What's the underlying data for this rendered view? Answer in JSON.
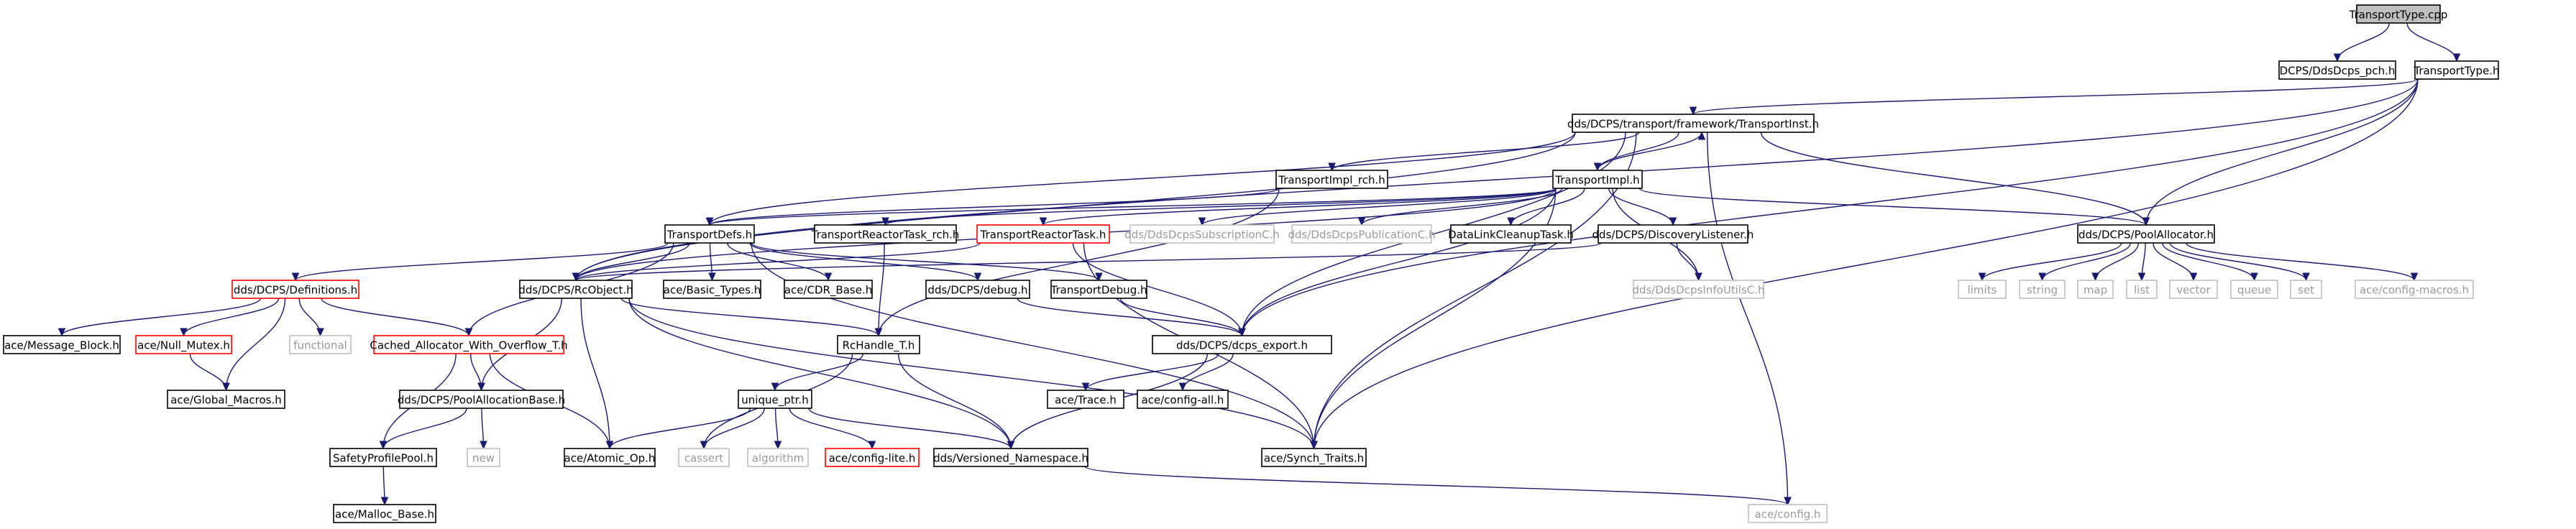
{
  "colors": {
    "edge": "#191970",
    "border_normal": "#000000",
    "border_truncated": "#ff0000",
    "border_system": "#bfbfbf",
    "root_fill": "#bfbfbf",
    "text_normal": "#000000",
    "text_system": "#9a9a9a"
  },
  "nodes": [
    {
      "id": "root",
      "label": "TransportType.cpp",
      "style": "root"
    },
    {
      "id": "ddsdcps_pch",
      "label": "DCPS/DdsDcps_pch.h",
      "style": "normal"
    },
    {
      "id": "transporttype",
      "label": "TransportType.h",
      "style": "normal"
    },
    {
      "id": "transportinst",
      "label": "dds/DCPS/transport/framework/TransportInst.h",
      "style": "normal"
    },
    {
      "id": "transportimpl_rch",
      "label": "TransportImpl_rch.h",
      "style": "normal"
    },
    {
      "id": "transportimpl",
      "label": "TransportImpl.h",
      "style": "normal"
    },
    {
      "id": "transportdefs",
      "label": "TransportDefs.h",
      "style": "normal"
    },
    {
      "id": "reactortask_rch",
      "label": "TransportReactorTask_rch.h",
      "style": "normal"
    },
    {
      "id": "reactortask",
      "label": "TransportReactorTask.h",
      "style": "truncated"
    },
    {
      "id": "subscriptionc",
      "label": "dds/DdsDcpsSubscriptionC.h",
      "style": "system"
    },
    {
      "id": "publicationc",
      "label": "dds/DdsDcpsPublicationC.h",
      "style": "system"
    },
    {
      "id": "datalinkcleanup",
      "label": "DataLinkCleanupTask.h",
      "style": "normal"
    },
    {
      "id": "discoverylistener",
      "label": "dds/DCPS/DiscoveryListener.h",
      "style": "normal"
    },
    {
      "id": "poolallocator",
      "label": "dds/DCPS/PoolAllocator.h",
      "style": "normal"
    },
    {
      "id": "definitions",
      "label": "dds/DCPS/Definitions.h",
      "style": "truncated"
    },
    {
      "id": "rcobject",
      "label": "dds/DCPS/RcObject.h",
      "style": "normal"
    },
    {
      "id": "basic_types",
      "label": "ace/Basic_Types.h",
      "style": "normal"
    },
    {
      "id": "cdr_base",
      "label": "ace/CDR_Base.h",
      "style": "normal"
    },
    {
      "id": "debug",
      "label": "dds/DCPS/debug.h",
      "style": "normal"
    },
    {
      "id": "transportdebug",
      "label": "TransportDebug.h",
      "style": "normal"
    },
    {
      "id": "infoutilsc",
      "label": "dds/DdsDcpsInfoUtilsC.h",
      "style": "system"
    },
    {
      "id": "limits",
      "label": "limits",
      "style": "system"
    },
    {
      "id": "string",
      "label": "string",
      "style": "system"
    },
    {
      "id": "map",
      "label": "map",
      "style": "system"
    },
    {
      "id": "list",
      "label": "list",
      "style": "system"
    },
    {
      "id": "vector",
      "label": "vector",
      "style": "system"
    },
    {
      "id": "queue",
      "label": "queue",
      "style": "system"
    },
    {
      "id": "set",
      "label": "set",
      "style": "system"
    },
    {
      "id": "config_macros",
      "label": "ace/config-macros.h",
      "style": "system"
    },
    {
      "id": "message_block",
      "label": "ace/Message_Block.h",
      "style": "normal"
    },
    {
      "id": "null_mutex",
      "label": "ace/Null_Mutex.h",
      "style": "truncated"
    },
    {
      "id": "functional",
      "label": "functional",
      "style": "system"
    },
    {
      "id": "cached_allocator",
      "label": "Cached_Allocator_With_Overflow_T.h",
      "style": "truncated"
    },
    {
      "id": "rchandle",
      "label": "RcHandle_T.h",
      "style": "normal"
    },
    {
      "id": "dcps_export",
      "label": "dds/DCPS/dcps_export.h",
      "style": "normal"
    },
    {
      "id": "global_macros",
      "label": "ace/Global_Macros.h",
      "style": "normal"
    },
    {
      "id": "poolallocationbase",
      "label": "dds/DCPS/PoolAllocationBase.h",
      "style": "normal"
    },
    {
      "id": "unique_ptr",
      "label": "unique_ptr.h",
      "style": "normal"
    },
    {
      "id": "trace",
      "label": "ace/Trace.h",
      "style": "normal"
    },
    {
      "id": "config_all",
      "label": "ace/config-all.h",
      "style": "normal"
    },
    {
      "id": "safetyprofilepool",
      "label": "SafetyProfilePool.h",
      "style": "normal"
    },
    {
      "id": "new",
      "label": "new",
      "style": "system"
    },
    {
      "id": "atomic_op",
      "label": "ace/Atomic_Op.h",
      "style": "normal"
    },
    {
      "id": "cassert",
      "label": "cassert",
      "style": "system"
    },
    {
      "id": "algorithm",
      "label": "algorithm",
      "style": "system"
    },
    {
      "id": "config_lite",
      "label": "ace/config-lite.h",
      "style": "truncated"
    },
    {
      "id": "versioned_namespace",
      "label": "dds/Versioned_Namespace.h",
      "style": "normal"
    },
    {
      "id": "synch_traits",
      "label": "ace/Synch_Traits.h",
      "style": "normal"
    },
    {
      "id": "malloc_base",
      "label": "ace/Malloc_Base.h",
      "style": "normal"
    },
    {
      "id": "config",
      "label": "ace/config.h",
      "style": "system"
    }
  ],
  "edges": [
    [
      "root",
      "ddsdcps_pch"
    ],
    [
      "root",
      "transporttype"
    ],
    [
      "transporttype",
      "transportinst"
    ],
    [
      "transporttype",
      "rcobject"
    ],
    [
      "transporttype",
      "poolallocator"
    ],
    [
      "transporttype",
      "dcps_export"
    ],
    [
      "transporttype",
      "synch_traits"
    ],
    [
      "transportinst",
      "transportimpl_rch"
    ],
    [
      "transportinst",
      "transportimpl"
    ],
    [
      "transportinst",
      "transportdefs"
    ],
    [
      "transportinst",
      "rcobject"
    ],
    [
      "transportinst",
      "poolallocator"
    ],
    [
      "transportinst",
      "dcps_export"
    ],
    [
      "transportinst",
      "synch_traits"
    ],
    [
      "transportinst",
      "config"
    ],
    [
      "transportimpl_rch",
      "transportdefs"
    ],
    [
      "transportimpl_rch",
      "rchandle"
    ],
    [
      "transportimpl",
      "transportinst"
    ],
    [
      "transportimpl",
      "transportdefs"
    ],
    [
      "transportimpl",
      "reactortask_rch"
    ],
    [
      "transportimpl",
      "reactortask"
    ],
    [
      "transportimpl",
      "subscriptionc"
    ],
    [
      "transportimpl",
      "publicationc"
    ],
    [
      "transportimpl",
      "datalinkcleanup"
    ],
    [
      "transportimpl",
      "discoverylistener"
    ],
    [
      "transportimpl",
      "poolallocator"
    ],
    [
      "transportimpl",
      "rcobject"
    ],
    [
      "transportimpl",
      "infoutilsc"
    ],
    [
      "transportimpl",
      "dcps_export"
    ],
    [
      "transportimpl",
      "synch_traits"
    ],
    [
      "transportdefs",
      "definitions"
    ],
    [
      "transportdefs",
      "basic_types"
    ],
    [
      "transportdefs",
      "cdr_base"
    ],
    [
      "transportdefs",
      "debug"
    ],
    [
      "transportdefs",
      "transportdebug"
    ],
    [
      "transportdefs",
      "cached_allocator"
    ],
    [
      "transportdefs",
      "rcobject"
    ],
    [
      "transportdefs",
      "synch_traits"
    ],
    [
      "reactortask_rch",
      "rchandle"
    ],
    [
      "reactortask",
      "rcobject"
    ],
    [
      "reactortask",
      "synch_traits"
    ],
    [
      "reactortask",
      "dcps_export"
    ],
    [
      "discoverylistener",
      "infoutilsc"
    ],
    [
      "discoverylistener",
      "rcobject"
    ],
    [
      "poolallocator",
      "limits"
    ],
    [
      "poolallocator",
      "string"
    ],
    [
      "poolallocator",
      "map"
    ],
    [
      "poolallocator",
      "list"
    ],
    [
      "poolallocator",
      "vector"
    ],
    [
      "poolallocator",
      "queue"
    ],
    [
      "poolallocator",
      "set"
    ],
    [
      "poolallocator",
      "config_macros"
    ],
    [
      "definitions",
      "message_block"
    ],
    [
      "definitions",
      "null_mutex"
    ],
    [
      "definitions",
      "functional"
    ],
    [
      "definitions",
      "cached_allocator"
    ],
    [
      "definitions",
      "global_macros"
    ],
    [
      "null_mutex",
      "global_macros"
    ],
    [
      "cached_allocator",
      "poolallocationbase"
    ],
    [
      "cached_allocator",
      "safetyprofilepool"
    ],
    [
      "cached_allocator",
      "atomic_op"
    ],
    [
      "rcobject",
      "rchandle"
    ],
    [
      "rcobject",
      "poolallocationbase"
    ],
    [
      "rcobject",
      "atomic_op"
    ],
    [
      "rcobject",
      "versioned_namespace"
    ],
    [
      "rcobject",
      "synch_traits"
    ],
    [
      "debug",
      "dcps_export"
    ],
    [
      "transportdebug",
      "dcps_export"
    ],
    [
      "rchandle",
      "unique_ptr"
    ],
    [
      "rchandle",
      "versioned_namespace"
    ],
    [
      "rchandle",
      "cassert"
    ],
    [
      "dcps_export",
      "trace"
    ],
    [
      "dcps_export",
      "config_all"
    ],
    [
      "dcps_export",
      "versioned_namespace"
    ],
    [
      "poolallocationbase",
      "safetyprofilepool"
    ],
    [
      "poolallocationbase",
      "new"
    ],
    [
      "unique_ptr",
      "atomic_op"
    ],
    [
      "unique_ptr",
      "cassert"
    ],
    [
      "unique_ptr",
      "algorithm"
    ],
    [
      "unique_ptr",
      "config_lite"
    ],
    [
      "unique_ptr",
      "versioned_namespace"
    ],
    [
      "safetyprofilepool",
      "malloc_base"
    ],
    [
      "versioned_namespace",
      "config"
    ]
  ]
}
